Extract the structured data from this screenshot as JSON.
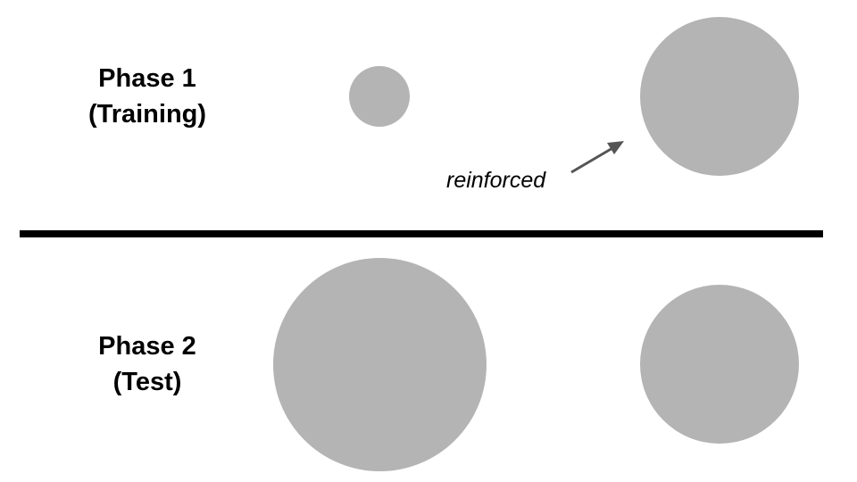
{
  "phases": [
    {
      "title": "Phase 1",
      "subtitle": "(Training)"
    },
    {
      "title": "Phase 2",
      "subtitle": "(Test)"
    }
  ],
  "annotation": {
    "reinforced": "reinforced"
  },
  "colors": {
    "stimulus_fill": "#b4b4b4",
    "divider": "#000000",
    "arrow": "#555555"
  }
}
